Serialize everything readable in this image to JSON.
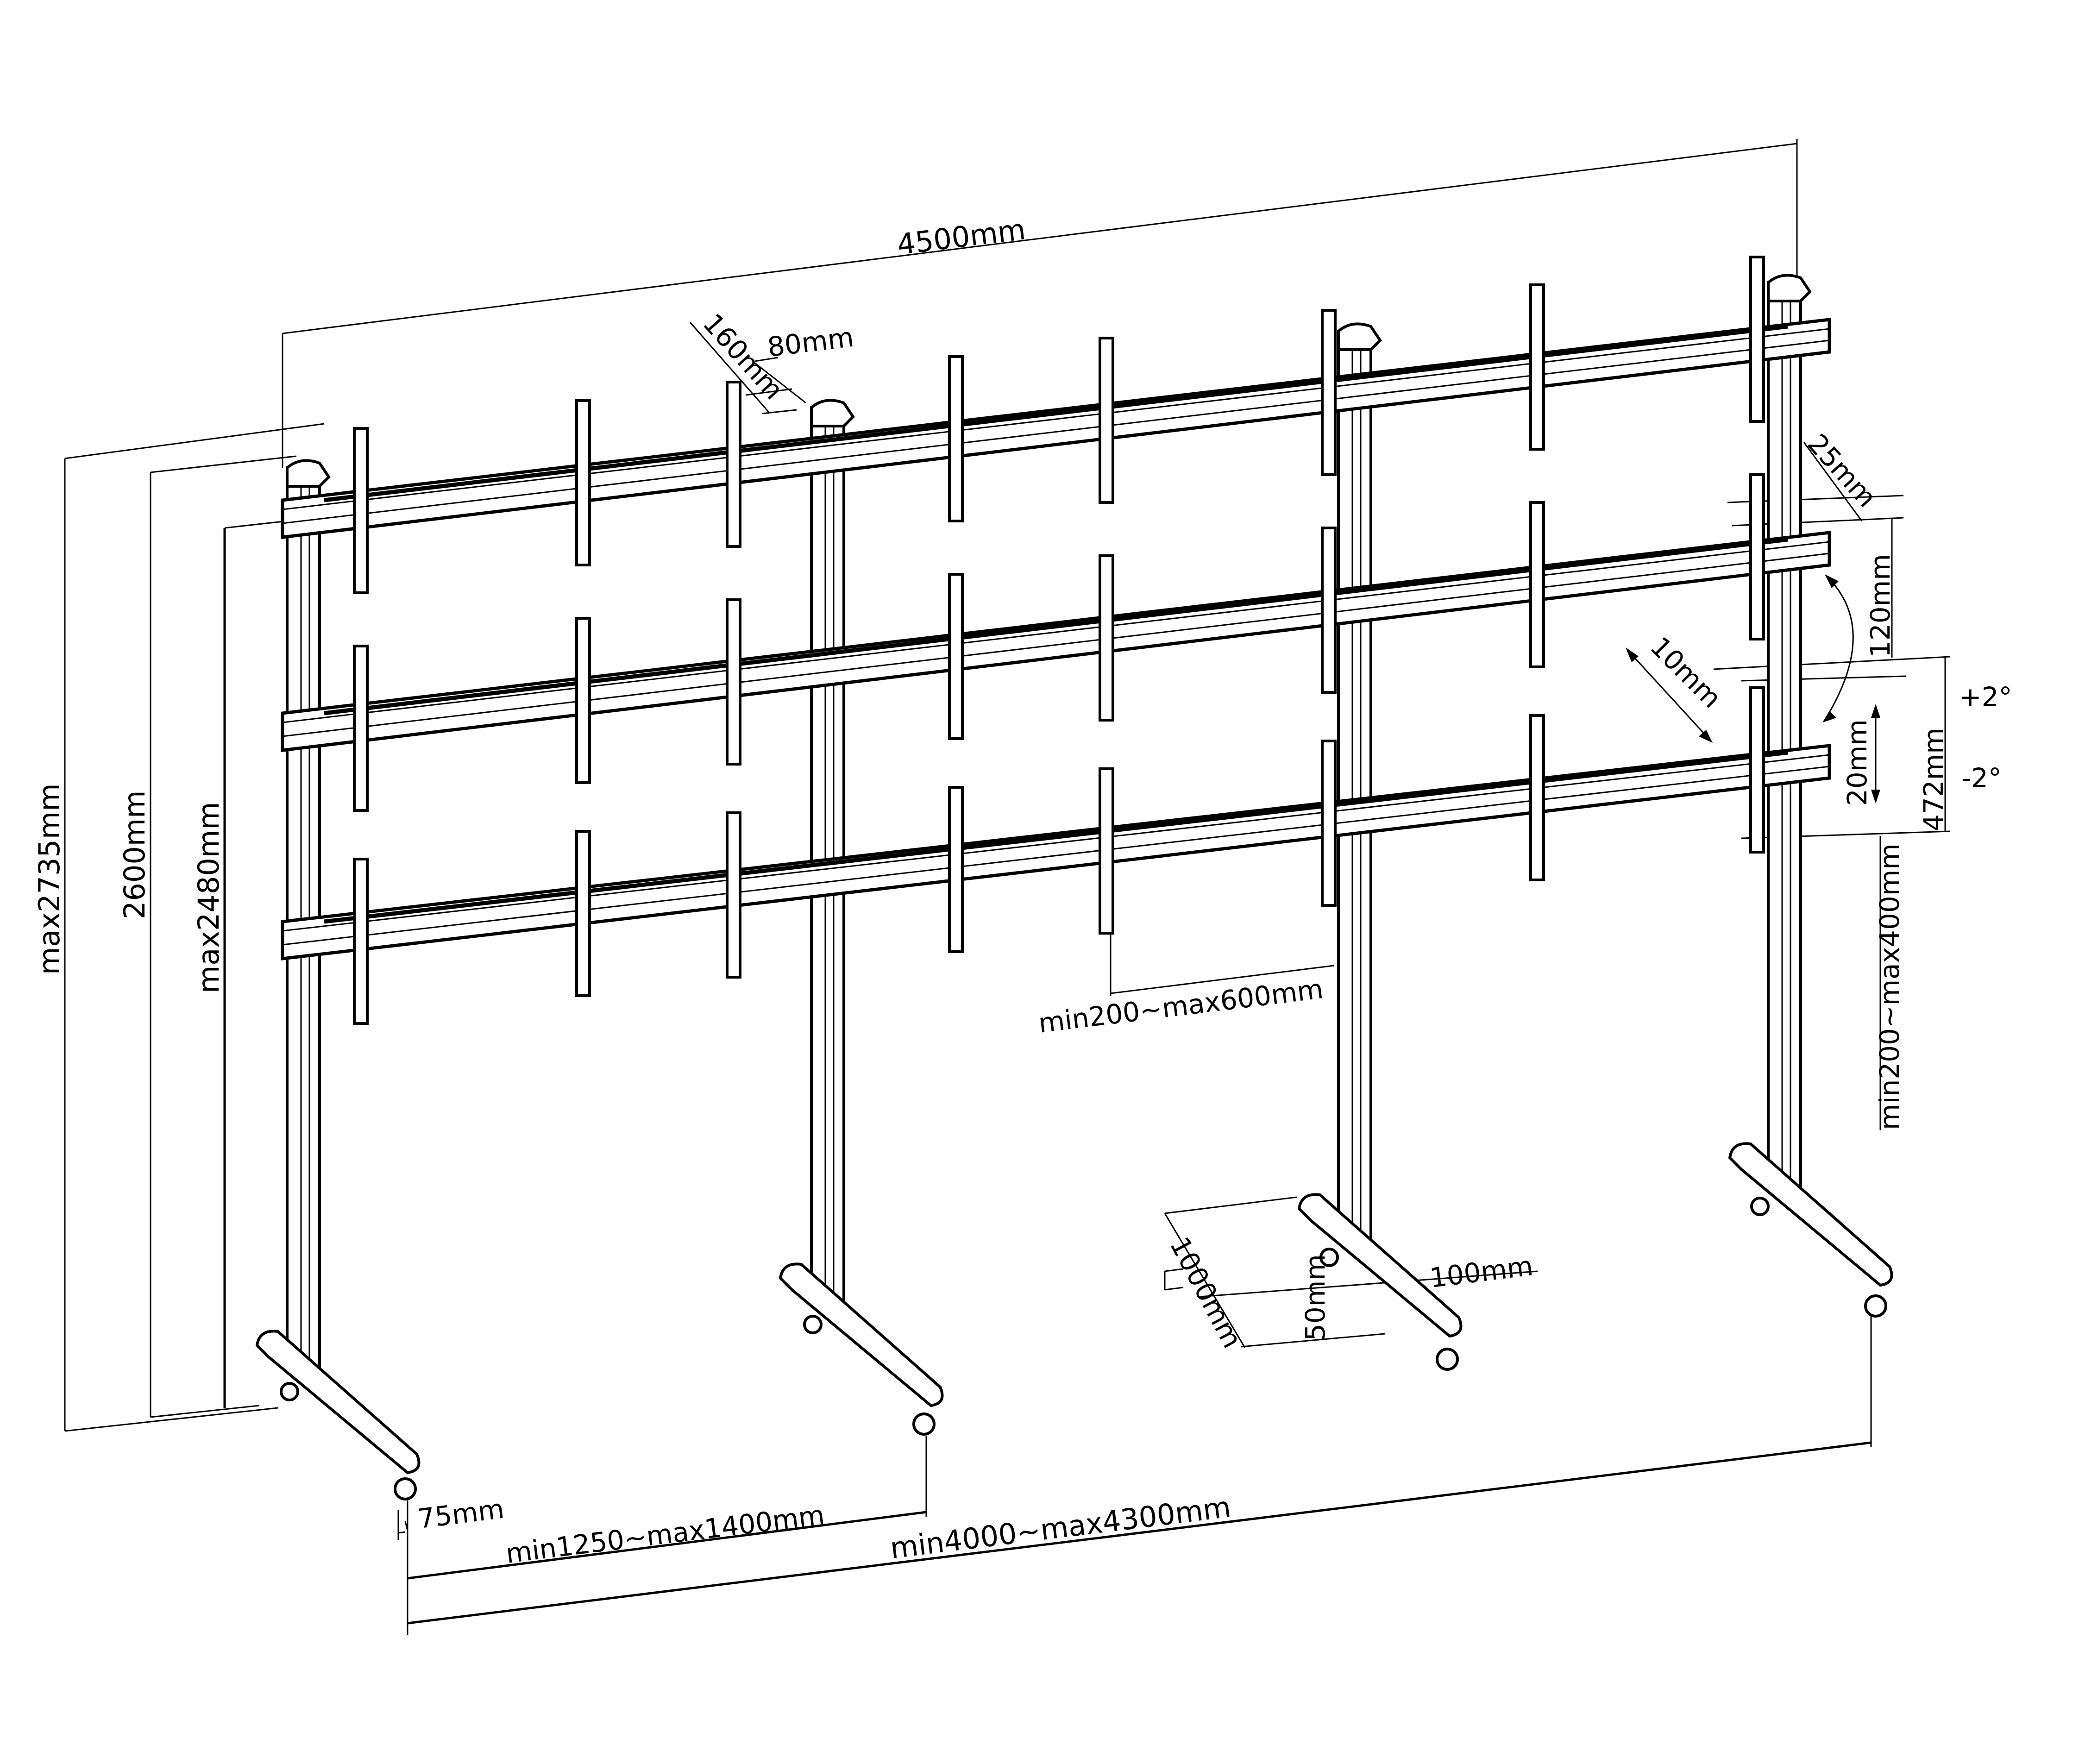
{
  "drawing": {
    "subject": "Mobile video wall stand, 3x3 screen layout",
    "uprights": 4,
    "rail_rows": 3,
    "casters": 8
  },
  "dimensions": {
    "overall_width": "4500mm",
    "arm_depth": "160mm",
    "arm_width": "80mm",
    "rail_depth": "25mm",
    "rail_height": "120mm",
    "tilt_depth": "10mm",
    "bracket_adjust": "20mm",
    "row_pitch": "472mm",
    "tilt_plus": "+2°",
    "tilt_minus": "-2°",
    "vertical_spacing": "min200~max400mm",
    "horizontal_spacing": "min200~max600mm",
    "foot_length": "1000mm",
    "foot_width": "100mm",
    "foot_height": "50mm",
    "caster_offset": "75mm",
    "upright_spacing": "min1250~max1400mm",
    "base_width": "min4000~max4300mm",
    "max_height": "max2735mm",
    "height": "2600mm",
    "max_top_rail_height": "max2480mm"
  },
  "colors": {
    "line": "#000000",
    "background": "#ffffff"
  }
}
